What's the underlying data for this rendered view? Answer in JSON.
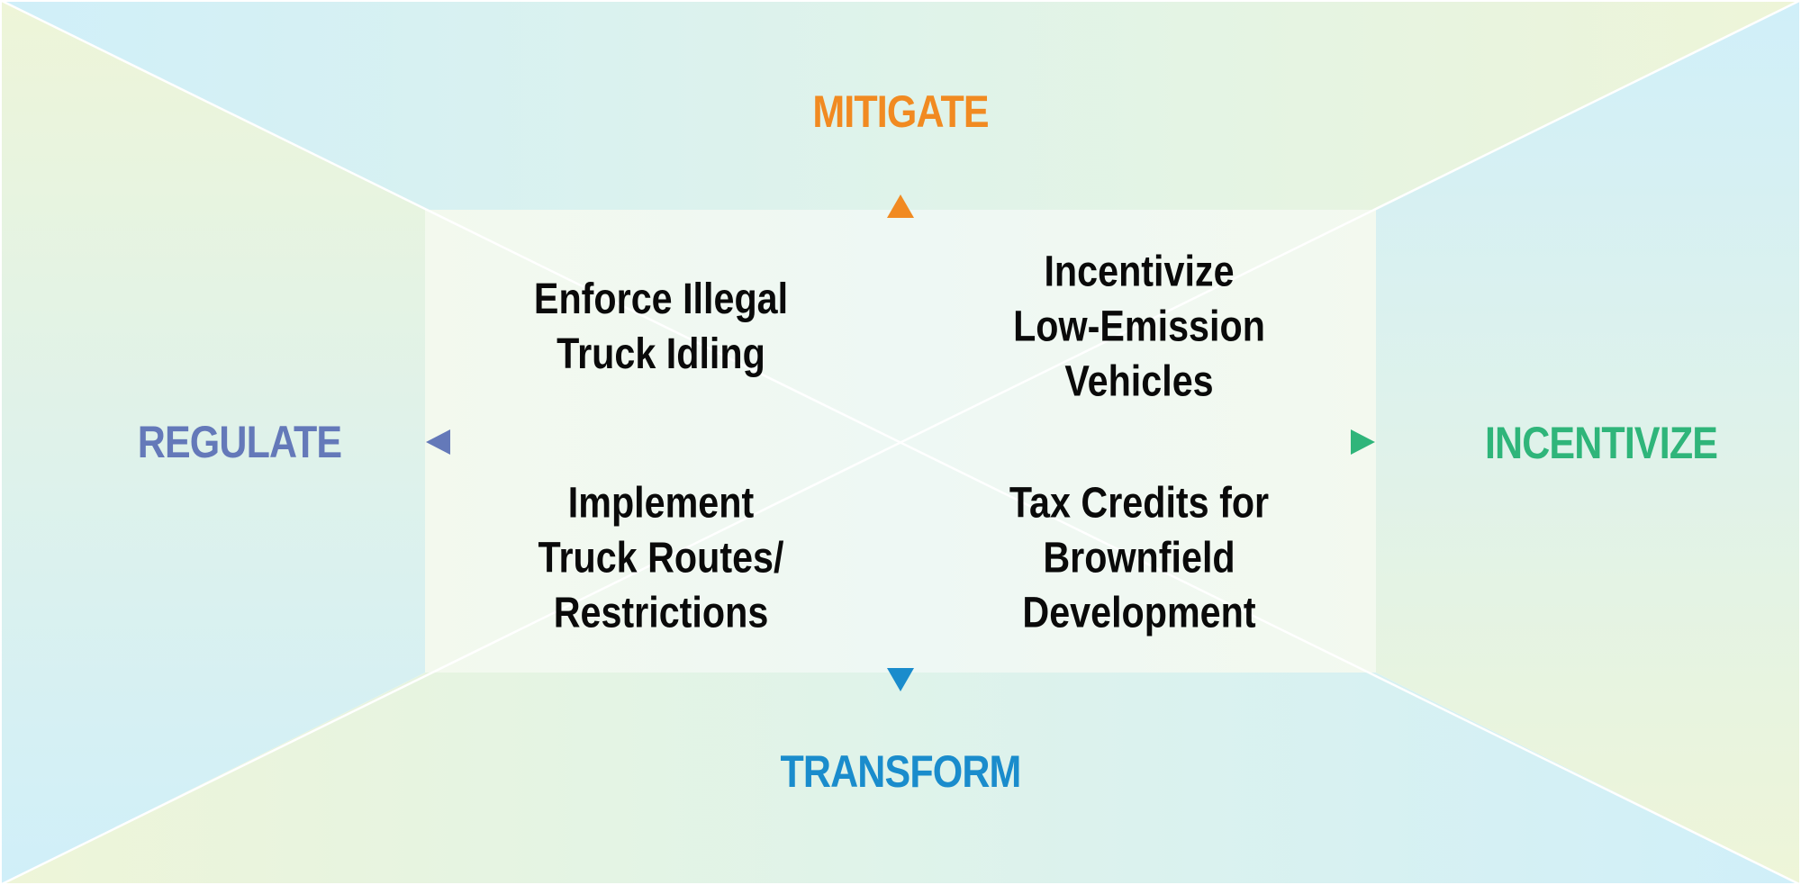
{
  "axes": {
    "top": {
      "label": "MITIGATE",
      "color": "#f18a21"
    },
    "bottom": {
      "label": "TRANSFORM",
      "color": "#1a8ccc"
    },
    "left": {
      "label": "REGULATE",
      "color": "#6479b9"
    },
    "right": {
      "label": "INCENTIVIZE",
      "color": "#2fb57a"
    }
  },
  "quadrants": {
    "top_left": {
      "lines": [
        "Enforce Illegal",
        "Truck Idling"
      ]
    },
    "top_right": {
      "lines": [
        "Incentivize",
        "Low-Emission",
        "Vehicles"
      ]
    },
    "bottom_left": {
      "lines": [
        "Implement",
        "Truck Routes/",
        "Restrictions"
      ]
    },
    "bottom_right": {
      "lines": [
        "Tax Credits for",
        "Brownfield",
        "Development"
      ]
    }
  },
  "colors": {
    "background_blue": "#d3eff8",
    "background_green": "#eef5da",
    "inner_panel": "#f2f9f4",
    "diagonal_lines": "#ffffff",
    "text": "#0a0a0a"
  }
}
